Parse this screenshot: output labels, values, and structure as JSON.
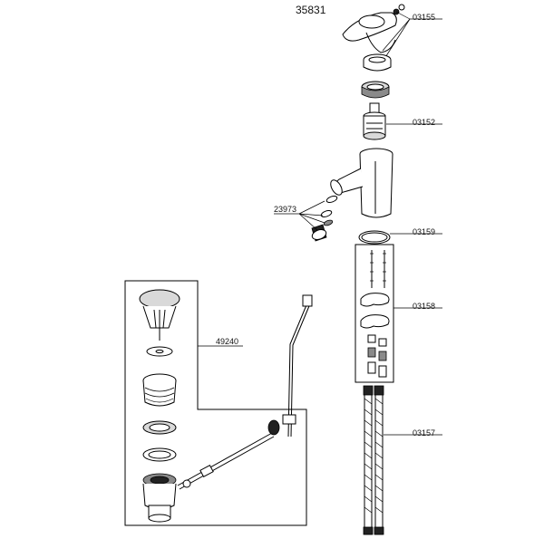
{
  "diagram": {
    "model_number": "35831",
    "parts": {
      "handle_set": "03155",
      "cartridge": "03152",
      "aerator": "23973",
      "o_ring": "03159",
      "fixing_set": "03158",
      "hoses": "03157",
      "pop_up_waste": "49240"
    }
  }
}
